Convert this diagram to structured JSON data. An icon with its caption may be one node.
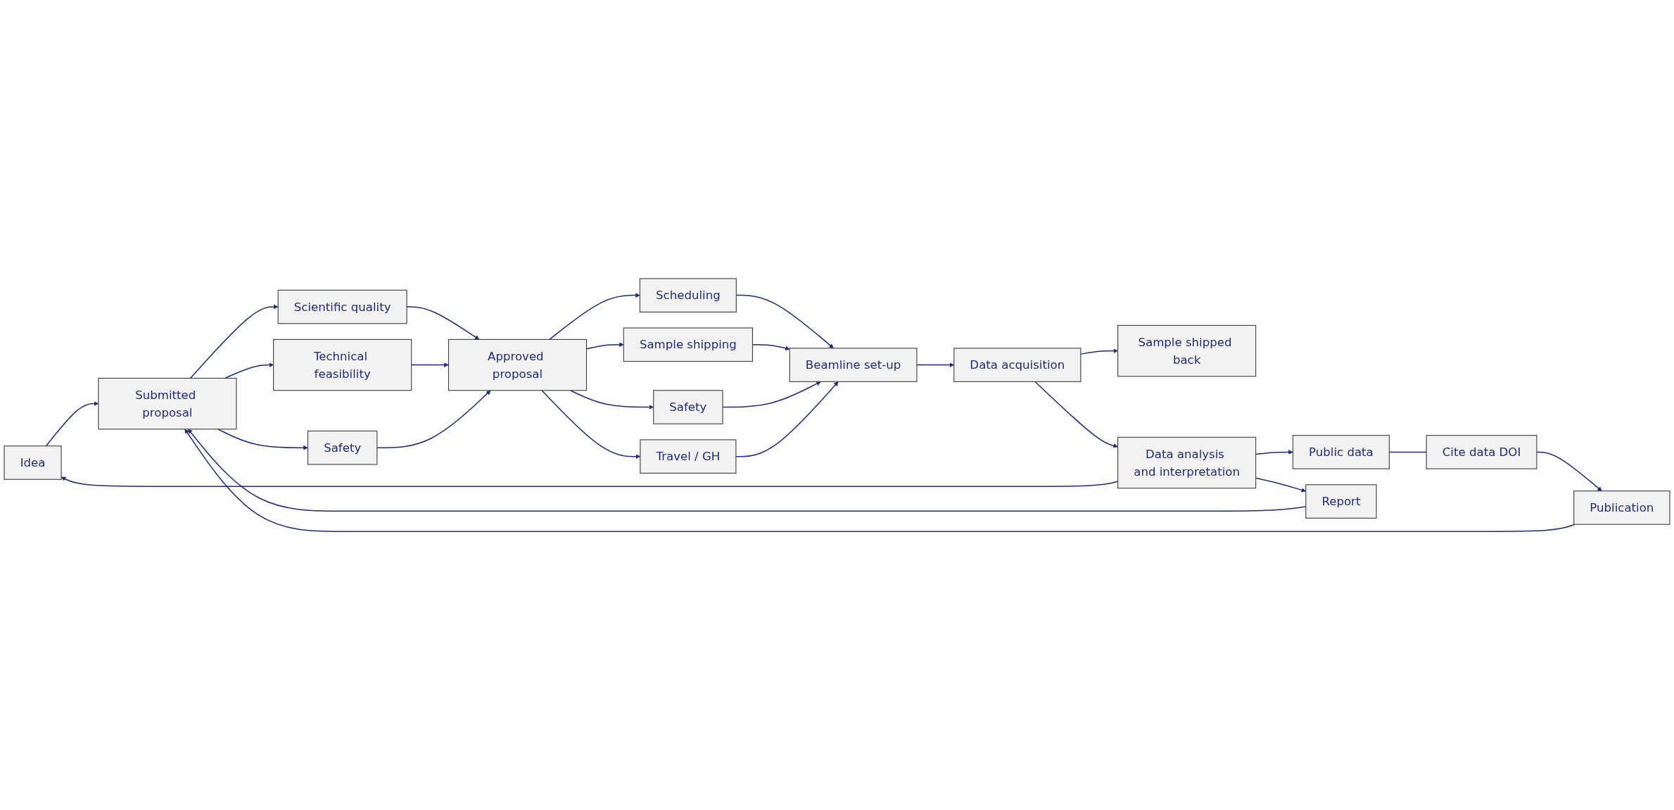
{
  "diagram": {
    "nodes": [
      {
        "text": [
          "Idea"
        ]
      },
      {
        "text": [
          "Submitted proposal"
        ]
      },
      {
        "text": [
          "Scientific quality"
        ]
      },
      {
        "text": [
          "Technical feasibility"
        ]
      },
      {
        "text": [
          "Safety"
        ]
      },
      {
        "text": [
          "Approved proposal"
        ]
      },
      {
        "text": [
          "Scheduling"
        ]
      },
      {
        "text": [
          "Sample shipping"
        ]
      },
      {
        "text": [
          "Safety"
        ]
      },
      {
        "text": [
          "Travel / GH"
        ]
      },
      {
        "text": [
          "Beamline set-up"
        ]
      },
      {
        "text": [
          "Data acquisition"
        ]
      },
      {
        "text": [
          "Sample shipped back"
        ]
      },
      {
        "text": [
          "Data analysis and interpretation"
        ]
      },
      {
        "text": [
          "Public data"
        ]
      },
      {
        "text": [
          "Cite data DOI"
        ]
      },
      {
        "text": [
          "Publication"
        ]
      },
      {
        "text": [
          "Report"
        ]
      }
    ],
    "edges": [
      {
        "from": 0,
        "to": 1,
        "arrow": "to"
      },
      {
        "from": 1,
        "to": 2,
        "arrow": "to"
      },
      {
        "from": 1,
        "to": 3,
        "arrow": "to"
      },
      {
        "from": 1,
        "to": 4,
        "arrow": "to"
      },
      {
        "from": 2,
        "to": 5,
        "arrow": "to"
      },
      {
        "from": 3,
        "to": 5,
        "arrow": "to"
      },
      {
        "from": 4,
        "to": 5,
        "arrow": "to"
      },
      {
        "from": 5,
        "to": 6,
        "arrow": "to"
      },
      {
        "from": 5,
        "to": 7,
        "arrow": "to"
      },
      {
        "from": 5,
        "to": 8,
        "arrow": "to"
      },
      {
        "from": 5,
        "to": 9,
        "arrow": "to"
      },
      {
        "from": 6,
        "to": 10,
        "arrow": "to"
      },
      {
        "from": 7,
        "to": 10,
        "arrow": "to"
      },
      {
        "from": 8,
        "to": 10,
        "arrow": "to"
      },
      {
        "from": 9,
        "to": 10,
        "arrow": "to"
      },
      {
        "from": 10,
        "to": 11,
        "arrow": "to"
      },
      {
        "from": 11,
        "to": 13,
        "arrow": "to"
      },
      {
        "from": 11,
        "to": 12,
        "arrow": "to"
      },
      {
        "from": 13,
        "to": 0,
        "arrow": "to"
      },
      {
        "from": 13,
        "to": 14,
        "arrow": "to"
      },
      {
        "from": 13,
        "to": 17,
        "arrow": "to"
      },
      {
        "from": 14,
        "to": 15,
        "arrow": "none"
      },
      {
        "from": 15,
        "to": 16,
        "arrow": "to"
      },
      {
        "from": 16,
        "to": 1,
        "arrow": "to"
      },
      {
        "from": 17,
        "to": 1,
        "arrow": "to"
      }
    ]
  }
}
